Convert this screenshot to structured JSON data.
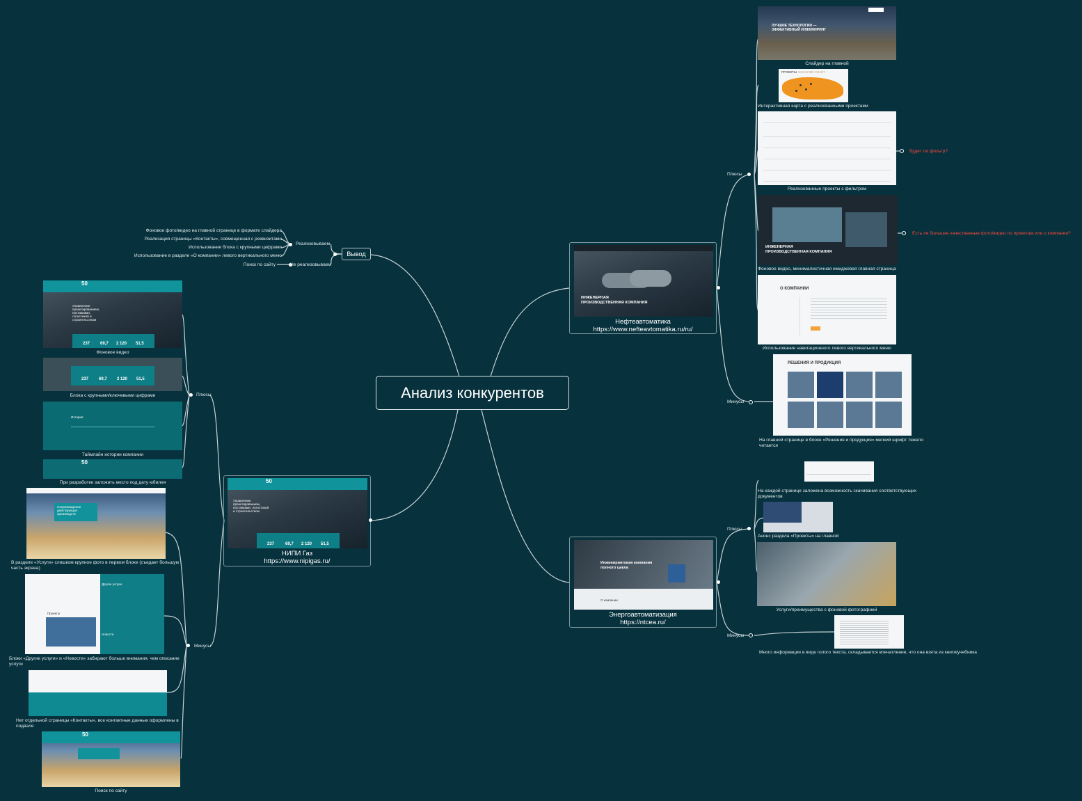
{
  "central": {
    "title": "Анализ конкурентов"
  },
  "vyvod": {
    "label": "Вывод",
    "realized_label": "Реализовываем",
    "not_realized_label": "Не реализовываем",
    "realized_items": [
      "Фоновое фото/видео на главной странице в формате слайдера",
      "Реализация страницы «Контакты», совмещенная с реквизитами",
      "Использование блока с крупными цифрами",
      "Использование в разделе «О компании» левого вертикального меню"
    ],
    "not_realized_items": [
      "Поиск по сайту"
    ]
  },
  "neft": {
    "name": "Нефтеавтоматика",
    "url": "https://www.nefteavtomatika.ru/ru/",
    "thumb_text": "ИНЖЕНЕРНАЯ ПРОИЗВОДСТВЕННАЯ КОМПАНИЯ",
    "plus_label": "Плюсы",
    "minus_label": "Минусы",
    "plus_items": [
      "Слайдер на главной",
      "Интерактивная карта с реализованными проектами",
      "Реализованные проекты с фильтром",
      "Фоновое видео, минималистичная имиджевая главная страница",
      "Использование навигационного левого вертикального меню"
    ],
    "notes": [
      "Будет ли фильтр?",
      "Есть ли большие качественные фото/видео по проектам или о компании?"
    ],
    "minus_items": [
      "На главной странице в блоке «Решения и продукция» мелкий шрифт тяжело читается"
    ],
    "slider_text": "ЛУЧШИЕ ТЕХНОЛОГИИ — ЭФФЕКТИВНЫЙ ИНЖИНИРИНГ",
    "map_tabs": [
      "ПРОЕКТЫ",
      "ЗАКАЗЧИК ЗНАЕТ"
    ],
    "about_title": "О КОМПАНИИ",
    "solutions_title": "РЕШЕНИЯ И ПРОДУКЦИЯ"
  },
  "energo": {
    "name": "Энергоавтоматизация",
    "url": "https://ntcea.ru/",
    "thumb_title": "Инжиниринговая компания полного цикла",
    "thumb_about": "О компании",
    "plus_label": "Плюсы",
    "minus_label": "Минусы",
    "plus_items": [
      "На каждой странице заложена возможность скачивания соответствующих документов",
      "Анонс раздела «Проекты» на главной",
      "Услуги/преимущества с фоновой фотографией"
    ],
    "minus_items": [
      "Много информации в виде голого текста, складывается впечатление, что она взята из книги/учебника"
    ]
  },
  "nipi": {
    "name": "НИПИ Газ",
    "url": "https://www.nipigas.ru/",
    "plus_label": "Плюсы",
    "minus_label": "Минусы",
    "plus_items": [
      "Фоновое видео",
      "Блока с крупными/ключевыми цифрами",
      "Таймлайн истории компании",
      "При разработке заложить место под дату юбилея"
    ],
    "minus_items": [
      "В разделе «Услуги» слишком крупное фото в первом блоке (съедает большую часть экрана)",
      "Блоки «Другие услуги» и «Новости» забирают больше внимания, чем описание услуги",
      "Нет отдельной страницы «Контакты», все контактные данные оформлены в подвале",
      "Поиск по сайту"
    ],
    "stats": [
      "237",
      "69,7",
      "2 120",
      "51,5"
    ],
    "logo_num": "50",
    "hero_text": "Управление проектированием, поставками, логистикой и строительством",
    "timeline_title": "История",
    "services_title": "Сопровождение действующих производств",
    "other_services": "Другие услуги",
    "news": "Новости",
    "projects": "Проекты"
  },
  "colors": {
    "background": "#06313d",
    "lines": "#c8d3d7",
    "note_red": "#ff4a3d",
    "nipi_teal": "#10939b"
  }
}
